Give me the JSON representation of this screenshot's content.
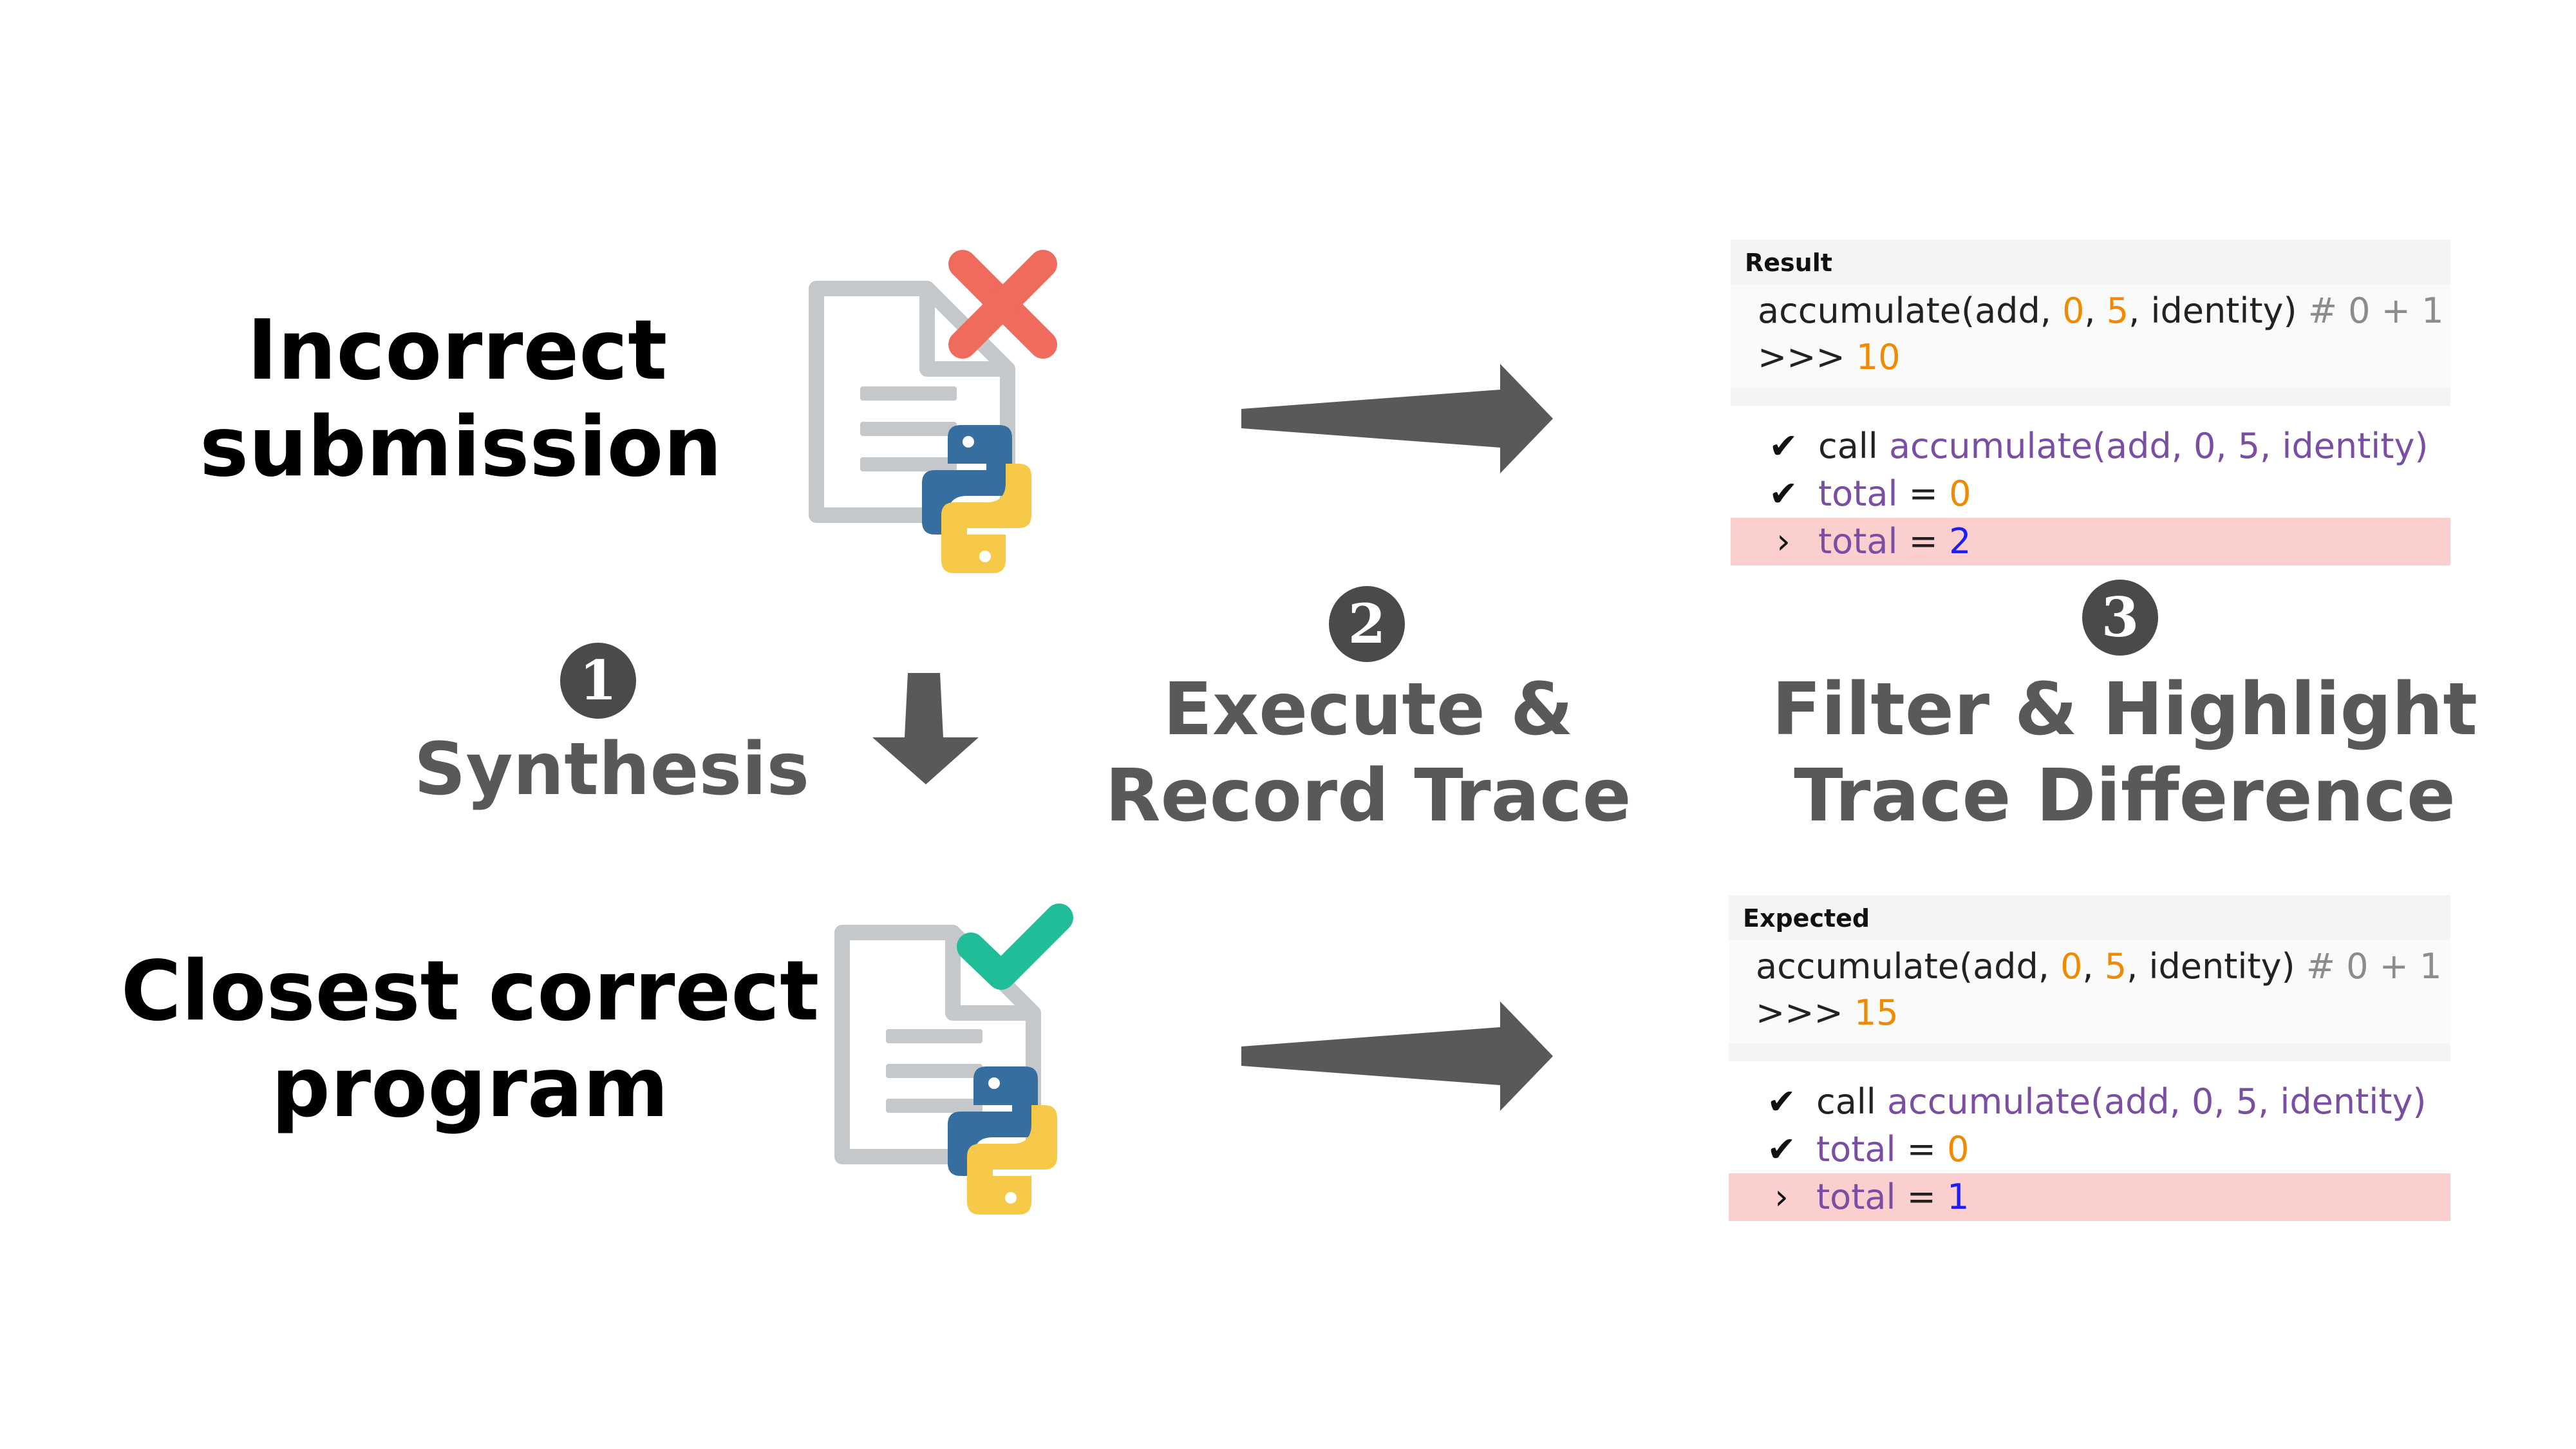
{
  "labels": {
    "incorrect_line1": "Incorrect",
    "incorrect_line2": "submission",
    "closest_line1": "Closest correct",
    "closest_line2": "program",
    "synthesis": "Synthesis",
    "execute_line1": "Execute &",
    "execute_line2": "Record Trace",
    "filter_line1": "Filter & Highlight",
    "filter_line2": "Trace Difference"
  },
  "steps": [
    "1",
    "2",
    "3"
  ],
  "result_panel": {
    "header": "Result",
    "call": "accumulate(add, ",
    "arg1": "0",
    "comma": ", ",
    "arg2": "5",
    "rest": ", identity)",
    "comment": " # 0 + 1",
    "prompt": ">>> ",
    "output": "10",
    "trace": [
      {
        "mark": "✔",
        "kw": "call ",
        "name": "accumulate(add, 0, 5, identity)",
        "val": "",
        "eq": ""
      },
      {
        "mark": "✔",
        "kw": "",
        "name": "total",
        "eq": " = ",
        "val": "0"
      },
      {
        "mark": "›",
        "kw": "",
        "name": "total",
        "eq": " = ",
        "val": "2"
      }
    ]
  },
  "expected_panel": {
    "header": "Expected",
    "call": "accumulate(add, ",
    "arg1": "0",
    "comma": ", ",
    "arg2": "5",
    "rest": ", identity)",
    "comment": " # 0 + 1",
    "prompt": ">>> ",
    "output": "15",
    "trace": [
      {
        "mark": "✔",
        "kw": "call ",
        "name": "accumulate(add, 0, 5, identity)",
        "val": "",
        "eq": ""
      },
      {
        "mark": "✔",
        "kw": "",
        "name": "total",
        "eq": " = ",
        "val": "0"
      },
      {
        "mark": "›",
        "kw": "",
        "name": "total",
        "eq": " = ",
        "val": "1"
      }
    ]
  },
  "colors": {
    "error": "#ee6b5e",
    "success": "#1fbd98",
    "arrow": "#595959",
    "highlight": "#fccfcf",
    "python_blue": "#366f9f",
    "python_yellow": "#f7c948"
  }
}
